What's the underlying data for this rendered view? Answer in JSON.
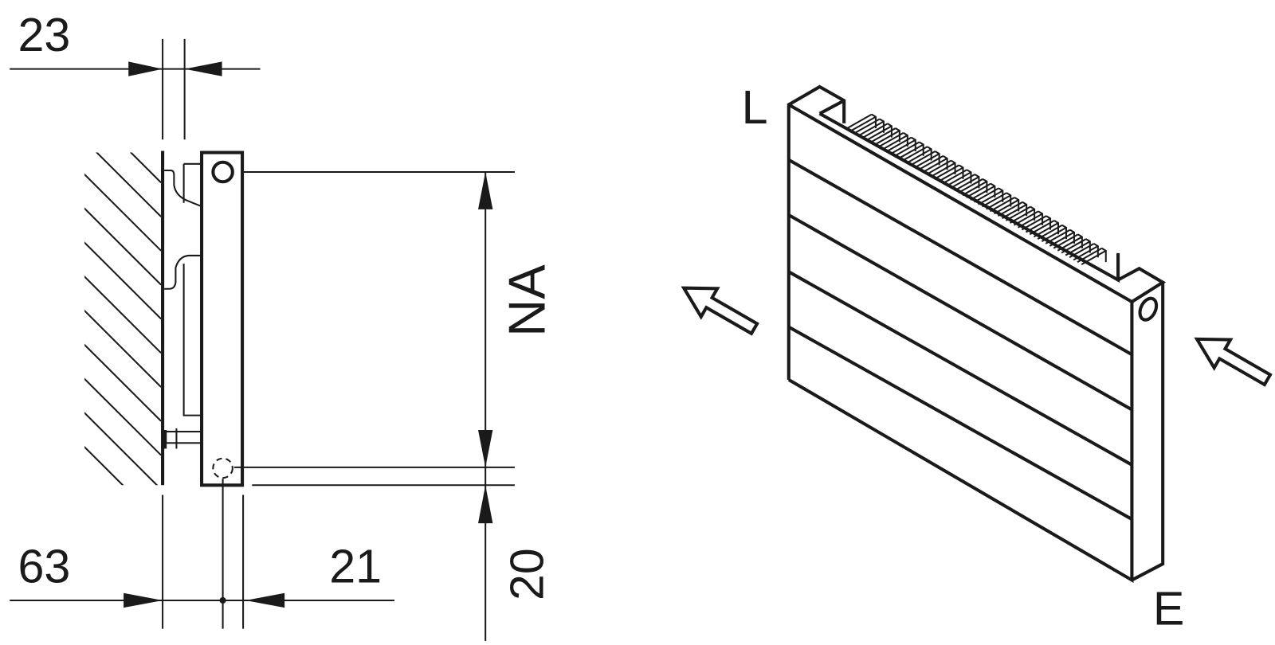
{
  "side_view": {
    "dim_wall_gap": "23",
    "dim_wall_to_connection": "63",
    "dim_connection_to_back": "21",
    "dim_bottom_offset": "20",
    "dim_connection_distance": "NA"
  },
  "iso_view": {
    "label_inlet": "L",
    "label_outlet": "E"
  },
  "colors": {
    "line": "#1a1a1a",
    "background": "#ffffff"
  }
}
